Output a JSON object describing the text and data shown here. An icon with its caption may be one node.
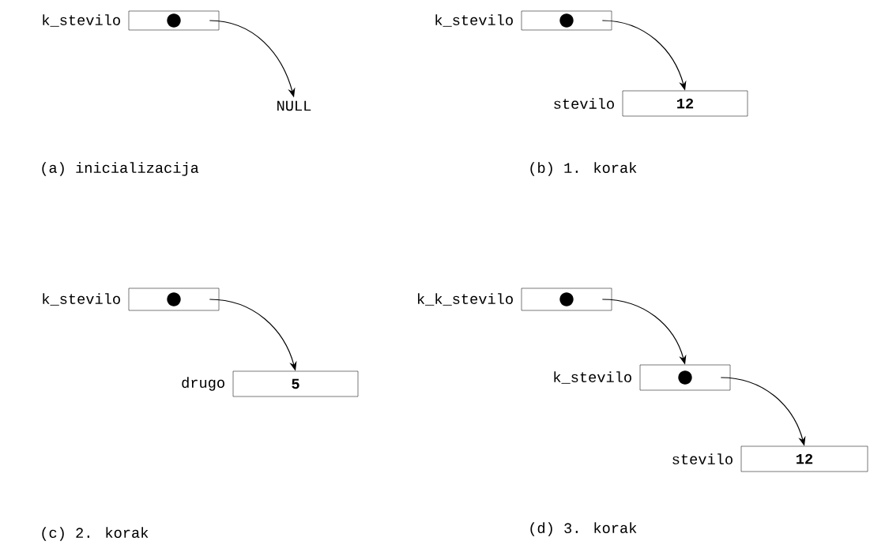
{
  "diagram": {
    "nodes": [
      {
        "text": [],
        "shape": "box",
        "beside": [
          "k_stevilo"
        ]
      },
      {
        "text": [
          "NULL"
        ]
      },
      {
        "text": [],
        "shape": "box",
        "beside": [
          "k_stevilo"
        ]
      },
      {
        "text": [
          "12"
        ],
        "beside": [
          "stevilo"
        ]
      },
      {
        "text": [],
        "shape": "box",
        "beside": [
          "k_stevilo"
        ]
      },
      {
        "text": [
          "5"
        ],
        "beside": [
          "drugo"
        ]
      },
      {
        "text": [],
        "shape": "box",
        "beside": [
          "k_k_stevilo"
        ]
      },
      {
        "text": [],
        "shape": "box",
        "beside": [
          "k_stevilo"
        ]
      },
      {
        "text": [
          "12"
        ],
        "beside": [
          "stevilo"
        ]
      }
    ],
    "edges": [
      {
        "from": 0,
        "to": 1,
        "arrow": "to"
      },
      {
        "from": 2,
        "to": 3,
        "arrow": "to"
      },
      {
        "from": 4,
        "to": 5,
        "arrow": "to"
      },
      {
        "from": 6,
        "to": 7,
        "arrow": "to"
      },
      {
        "from": 7,
        "to": 8,
        "arrow": "to"
      }
    ],
    "labels": [
      "(a) inicializacija",
      "(b) 1. korak",
      "(c) 2. korak",
      "(d) 3. korak"
    ]
  }
}
